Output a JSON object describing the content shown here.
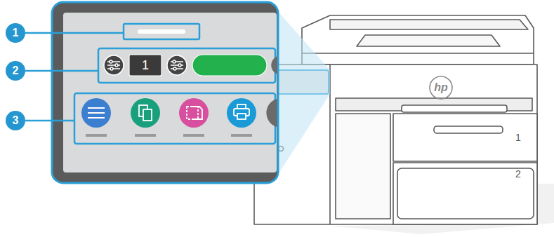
{
  "diagram": {
    "labels": [
      "1",
      "2",
      "3",
      "1",
      "hp",
      "1",
      "2"
    ]
  }
}
